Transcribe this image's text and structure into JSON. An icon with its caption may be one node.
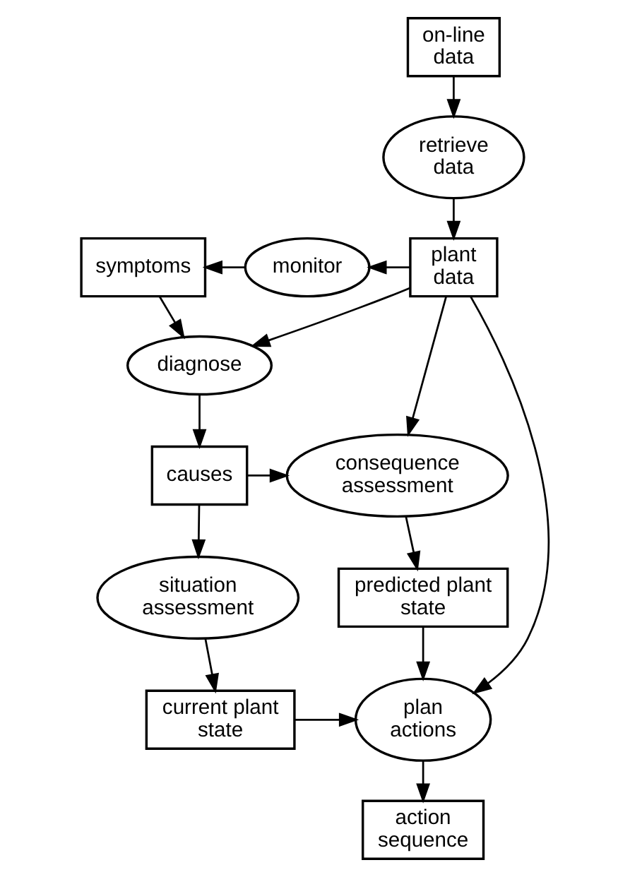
{
  "diagram": {
    "nodes": [
      {
        "text": [
          "on-line data"
        ]
      },
      {
        "text": [
          "retrieve data"
        ]
      },
      {
        "text": [
          "plant data"
        ]
      },
      {
        "text": [
          "monitor"
        ]
      },
      {
        "text": [
          "symptoms"
        ]
      },
      {
        "text": [
          "diagnose"
        ]
      },
      {
        "text": [
          "causes"
        ]
      },
      {
        "text": [
          "consequence assessment"
        ]
      },
      {
        "text": [
          "situation assessment"
        ]
      },
      {
        "text": [
          "predicted plant state"
        ]
      },
      {
        "text": [
          "current plant state"
        ]
      },
      {
        "text": [
          "plan actions"
        ]
      },
      {
        "text": [
          "action sequence"
        ]
      }
    ],
    "edges": [
      {
        "from": 0,
        "to": 1,
        "arrow": "to"
      },
      {
        "from": 1,
        "to": 2,
        "arrow": "to"
      },
      {
        "from": 2,
        "to": 3,
        "arrow": "to"
      },
      {
        "from": 3,
        "to": 4,
        "arrow": "to"
      },
      {
        "from": 4,
        "to": 5,
        "arrow": "to"
      },
      {
        "from": 2,
        "to": 5,
        "arrow": "to"
      },
      {
        "from": 2,
        "to": 7,
        "arrow": "to"
      },
      {
        "from": 2,
        "to": 11,
        "arrow": "to"
      },
      {
        "from": 5,
        "to": 6,
        "arrow": "to"
      },
      {
        "from": 6,
        "to": 7,
        "arrow": "to"
      },
      {
        "from": 6,
        "to": 8,
        "arrow": "to"
      },
      {
        "from": 7,
        "to": 9,
        "arrow": "to"
      },
      {
        "from": 8,
        "to": 10,
        "arrow": "to"
      },
      {
        "from": 10,
        "to": 11,
        "arrow": "to"
      },
      {
        "from": 9,
        "to": 11,
        "arrow": "to"
      },
      {
        "from": 11,
        "to": 12,
        "arrow": "to"
      }
    ]
  }
}
